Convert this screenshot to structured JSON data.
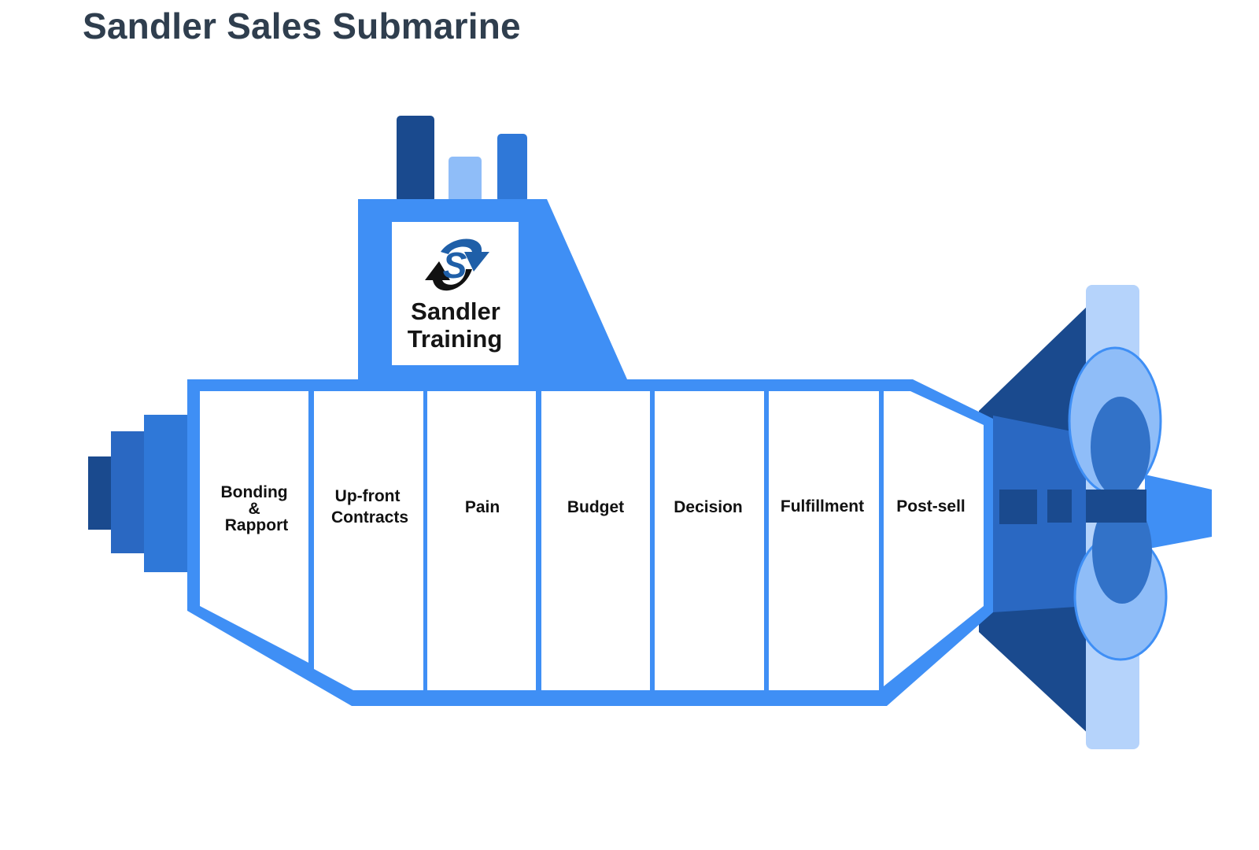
{
  "title": "Sandler Sales Submarine",
  "logo": {
    "line1": "Sandler",
    "line2": "Training"
  },
  "stages": [
    {
      "id": "bonding",
      "lines": [
        "Bonding",
        "&",
        "Rapport"
      ]
    },
    {
      "id": "upfront",
      "lines": [
        "Up-front",
        "Contracts"
      ]
    },
    {
      "id": "pain",
      "lines": [
        "Pain"
      ]
    },
    {
      "id": "budget",
      "lines": [
        "Budget"
      ]
    },
    {
      "id": "decision",
      "lines": [
        "Decision"
      ]
    },
    {
      "id": "fulfillment",
      "lines": [
        "Fulfillment"
      ]
    },
    {
      "id": "postsell",
      "lines": [
        "Post-sell"
      ]
    }
  ],
  "colors": {
    "hull": "#3f8ff5",
    "dark": "#1a4a8e",
    "mid": "#2a68c2",
    "medium": "#2f78d8",
    "light": "#8fbdf8",
    "pale": "#b5d3fb",
    "title": "#2f3e4e"
  }
}
